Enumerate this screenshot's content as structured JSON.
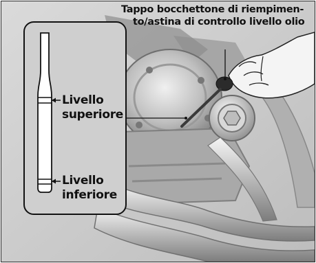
{
  "callouts": {
    "cap_line1": "Tappo bocchettone di riempimen-",
    "cap_line2": "to/astina di controllo livello olio",
    "upper_line1": "Livello",
    "upper_line2": "superiore",
    "lower_line1": "Livello",
    "lower_line2": "inferiore"
  },
  "colors": {
    "background": "#d4d4d4",
    "inset_fill": "#cfcfcf",
    "outline": "#111111",
    "text": "#111111"
  }
}
